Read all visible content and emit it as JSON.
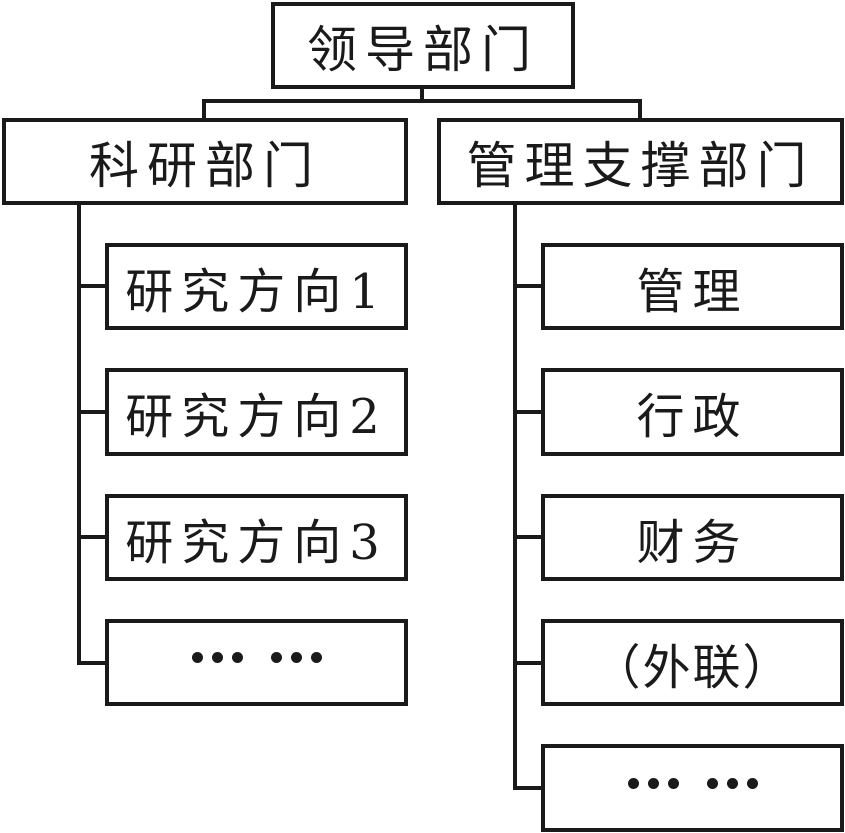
{
  "diagram": {
    "type": "org-chart",
    "root": {
      "label": "领导部门"
    },
    "branches": [
      {
        "label": "科研部门",
        "children": [
          "研究方向1",
          "研究方向2",
          "研究方向3",
          "……"
        ]
      },
      {
        "label": "管理支撑部门",
        "children": [
          "管理",
          "行政",
          "财务",
          "（外联）",
          "……"
        ]
      }
    ]
  },
  "colors": {
    "line": "#1a1a1a",
    "box_fill": "#ffffff",
    "text": "#1a1a1a"
  }
}
